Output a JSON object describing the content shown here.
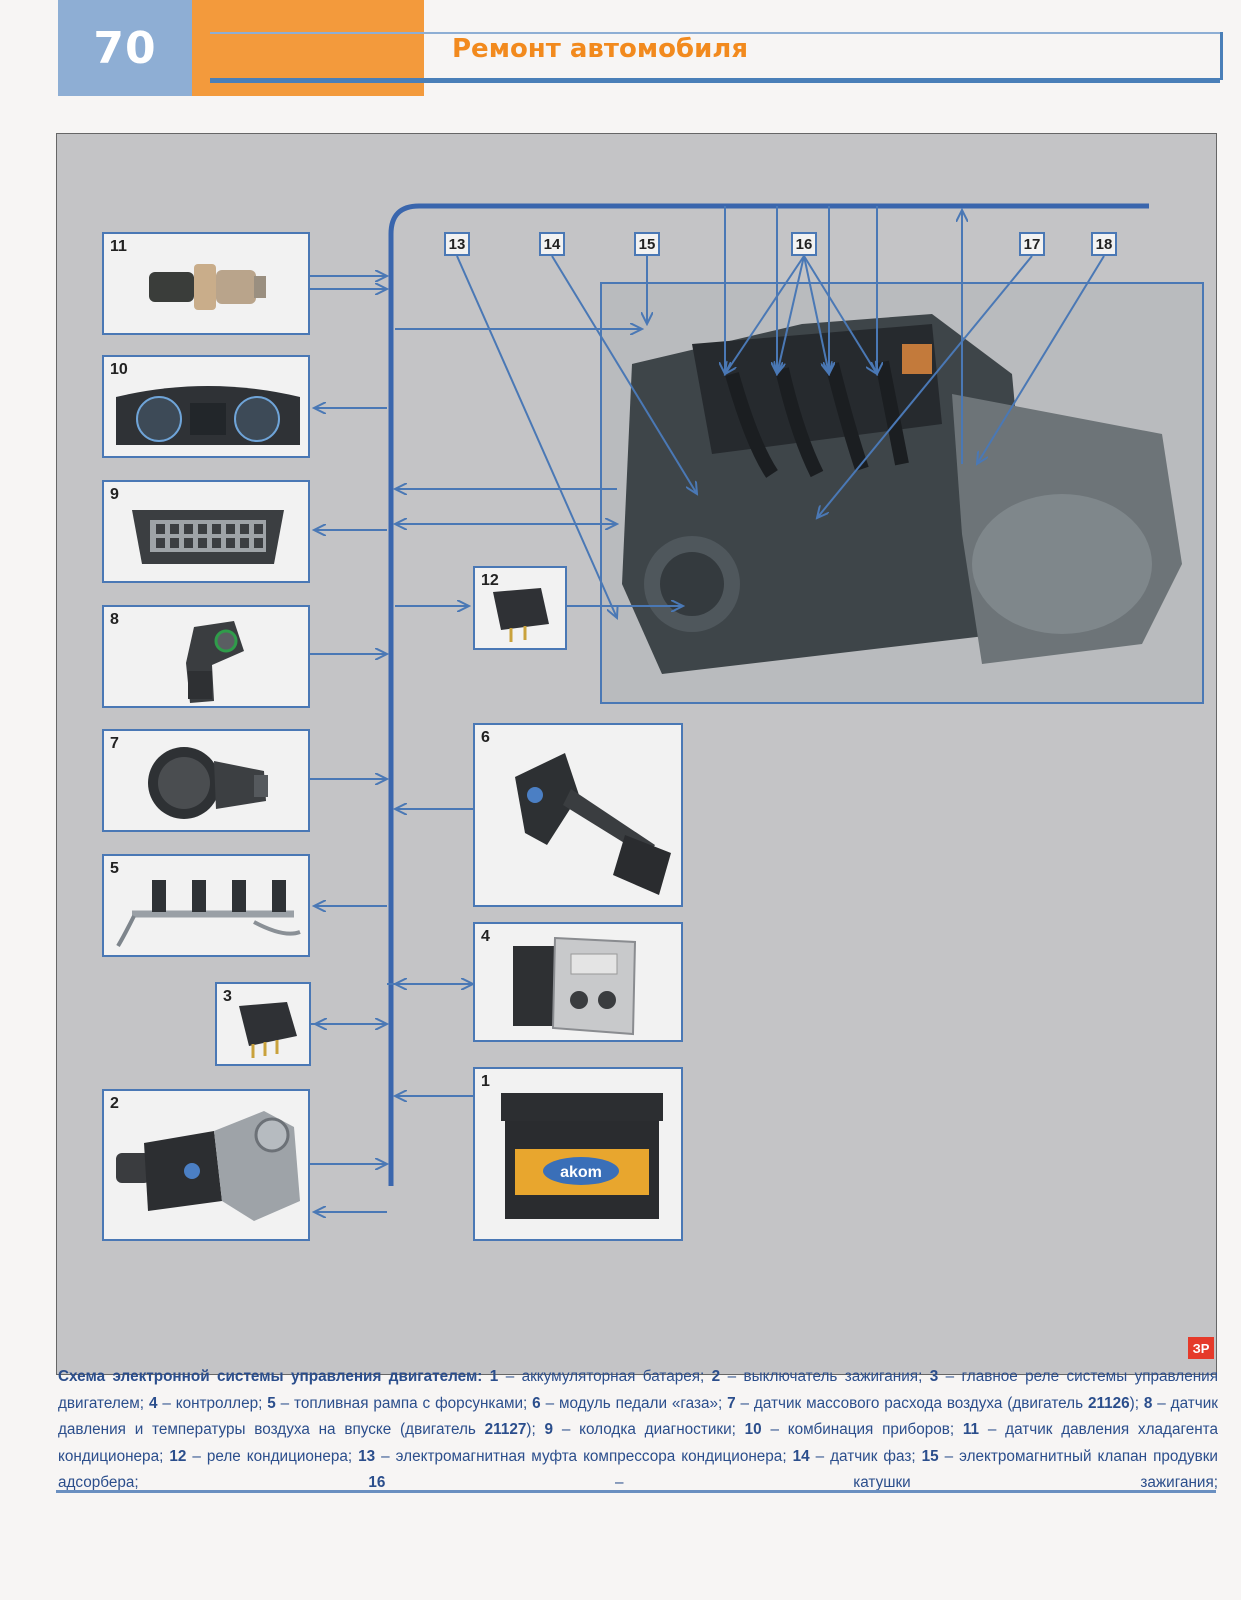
{
  "header": {
    "page_number": "70",
    "title": "Ремонт автомобиля"
  },
  "components": [
    {
      "num": "11",
      "icon": "pressure-sensor-icon"
    },
    {
      "num": "10",
      "icon": "instrument-cluster-icon"
    },
    {
      "num": "9",
      "icon": "diagnostic-connector-icon"
    },
    {
      "num": "8",
      "icon": "map-sensor-icon"
    },
    {
      "num": "7",
      "icon": "air-mass-sensor-icon"
    },
    {
      "num": "5",
      "icon": "fuel-rail-icon"
    },
    {
      "num": "3",
      "icon": "main-relay-icon"
    },
    {
      "num": "2",
      "icon": "ignition-switch-icon"
    },
    {
      "num": "12",
      "icon": "ac-relay-icon"
    },
    {
      "num": "6",
      "icon": "gas-pedal-icon"
    },
    {
      "num": "4",
      "icon": "controller-icon"
    },
    {
      "num": "1",
      "icon": "battery-icon"
    }
  ],
  "callouts": [
    "13",
    "14",
    "15",
    "16",
    "17",
    "18"
  ],
  "battery_brand": "akom",
  "badge": "ЗР",
  "caption": {
    "lead": "Схема электронной системы управления двигателем:",
    "items": [
      {
        "n": "1",
        "t": " – аккумуляторная батарея; "
      },
      {
        "n": "2",
        "t": " – выключатель зажигания; "
      },
      {
        "n": "3",
        "t": " – главное реле системы управления двигателем; "
      },
      {
        "n": "4",
        "t": " – контроллер; "
      },
      {
        "n": "5",
        "t": " – топливная рампа с форсунками; "
      },
      {
        "n": "6",
        "t": " – модуль педали «газа»; "
      },
      {
        "n": "7",
        "t": " – датчик массового расхода воздуха (двигатель "
      },
      {
        "n": "21126",
        "t": "); "
      },
      {
        "n": "8",
        "t": " – датчик давления и температуры воздуха на впуске (двигатель "
      },
      {
        "n": "21127",
        "t": "); "
      },
      {
        "n": "9",
        "t": " – колодка диагностики; "
      },
      {
        "n": "10",
        "t": " – комбинация приборов; "
      },
      {
        "n": "11",
        "t": " – датчик давления хладагента кондиционера; "
      },
      {
        "n": "12",
        "t": " – реле кондиционера; "
      },
      {
        "n": "13",
        "t": " – электромагнитная муфта компрессора кондиционера; "
      },
      {
        "n": "14",
        "t": " – датчик фаз; "
      },
      {
        "n": "15",
        "t": " – электромагнитный клапан продувки адсорбера; "
      },
      {
        "n": "16",
        "t": " – катушки зажигания;"
      }
    ]
  },
  "colors": {
    "accent_blue": "#4a78b5",
    "header_orange": "#f39a3c",
    "header_blue": "#8eaed4",
    "title_orange": "#f28a1e",
    "caption_blue": "#2b4e8c"
  }
}
